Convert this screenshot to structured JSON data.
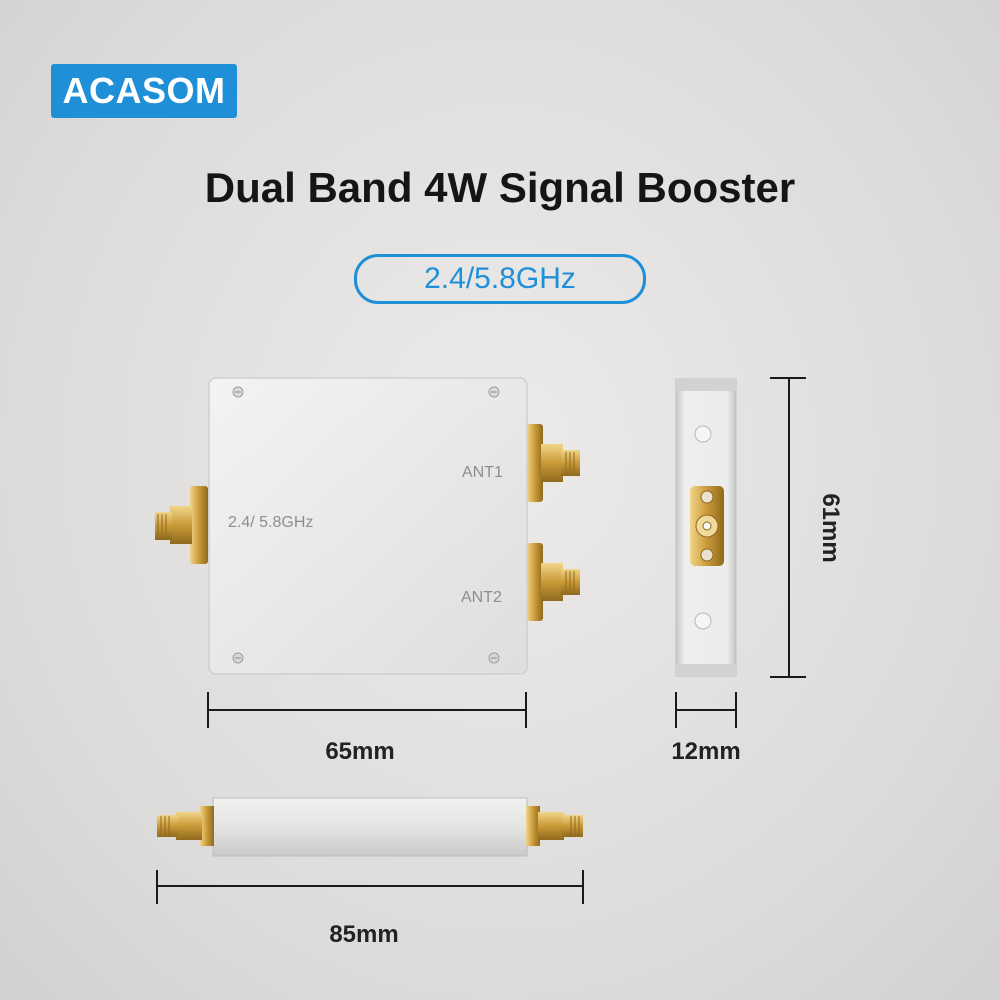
{
  "brand": {
    "logo_text": "ACASOM",
    "logo_color": "#1f8fd8"
  },
  "product": {
    "title": "Dual Band 4W Signal Booster",
    "band_badge": "2.4/5.8GHz"
  },
  "device_labels": {
    "input_label": "2.4/ 5.8GHz",
    "ant1_label": "ANT1",
    "ant2_label": "ANT2"
  },
  "dimensions": {
    "width": "65mm",
    "height": "61mm",
    "depth": "12mm",
    "length": "85mm"
  },
  "colors": {
    "accent": "#1f8fd8",
    "gold": "#d6a84a",
    "aluminum": "#e9e9e8"
  }
}
